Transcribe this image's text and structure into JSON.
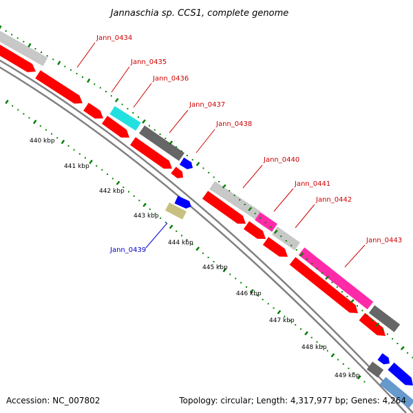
{
  "title": "Jannaschia sp. CCS1, complete genome",
  "accession": "Accession: NC_007802",
  "summary": "Topology: circular; Length: 4,317,977 bp; Genes: 4,264",
  "colors": {
    "red": "#ff0000",
    "gray": "#666666",
    "light_gray": "#c8c8c8",
    "cyan": "#22e0e0",
    "magenta": "#ff2aa8",
    "blue": "#0000ff",
    "olive": "#c8c080",
    "steel_blue": "#6699cc",
    "tick_green": "#008000",
    "forward_label": "#cc0000",
    "reverse_label": "#0000cc",
    "backbone": "#808080"
  },
  "tick_labels": [
    "440 kbp",
    "441 kbp",
    "442 kbp",
    "443 kbp",
    "444 kbp",
    "445 kbp",
    "446 kbp",
    "447 kbp",
    "448 kbp",
    "449 kbp"
  ],
  "gene_labels": [
    {
      "name": "Jann_0434",
      "strand": "forward"
    },
    {
      "name": "Jann_0435",
      "strand": "forward"
    },
    {
      "name": "Jann_0436",
      "strand": "forward"
    },
    {
      "name": "Jann_0437",
      "strand": "forward"
    },
    {
      "name": "Jann_0438",
      "strand": "forward"
    },
    {
      "name": "Jann_0440",
      "strand": "forward"
    },
    {
      "name": "Jann_0441",
      "strand": "forward"
    },
    {
      "name": "Jann_0442",
      "strand": "forward"
    },
    {
      "name": "Jann_0443",
      "strand": "forward"
    },
    {
      "name": "Jann_0439",
      "strand": "reverse"
    }
  ]
}
